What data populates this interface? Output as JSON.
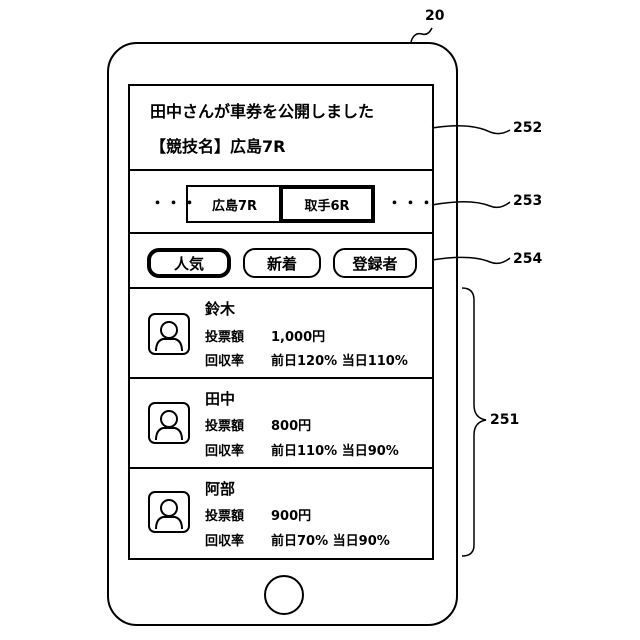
{
  "figure_number": "20",
  "references": {
    "list": "251",
    "notification": "252",
    "tabs": "253",
    "filters": "254"
  },
  "notification": {
    "message": "田中さんが車券を公開しました",
    "race": "【競技名】広島7R"
  },
  "tabs": {
    "left_more": "・・・",
    "items": [
      {
        "label": "広島7R"
      },
      {
        "label": "取手6R"
      }
    ],
    "right_more": "・・・"
  },
  "filters": {
    "items": [
      {
        "label": "人気"
      },
      {
        "label": "新着"
      },
      {
        "label": "登録者"
      }
    ]
  },
  "labels": {
    "vote": "投票額",
    "recovery": "回収率"
  },
  "users": [
    {
      "name": "鈴木",
      "vote_amount": "1,000円",
      "prev_day": "前日120%",
      "same_day": "当日110%"
    },
    {
      "name": "田中",
      "vote_amount": "800円",
      "prev_day": "前日110%",
      "same_day": "当日90%"
    },
    {
      "name": "阿部",
      "vote_amount": "900円",
      "prev_day": "前日70%",
      "same_day": "当日90%"
    }
  ],
  "icons": {
    "avatar": "user-silhouette-icon",
    "home": "home-button-circle"
  }
}
